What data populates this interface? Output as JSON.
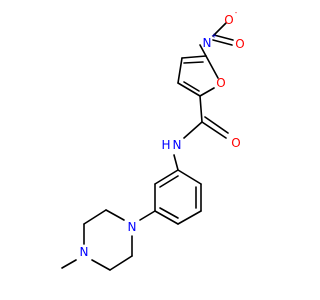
{
  "colors": {
    "bond": "#000000",
    "oxygen": "#ff0000",
    "nitrogen": "#0000ff",
    "carbon": "#000000",
    "background": "#ffffff"
  },
  "atoms": {
    "nitro_o_minus": {
      "symbol": "O",
      "charge": "-",
      "element": "oxygen"
    },
    "nitro_n_plus": {
      "symbol": "N",
      "charge": "+",
      "element": "nitrogen"
    },
    "nitro_o_double": {
      "symbol": "O",
      "element": "oxygen"
    },
    "furan_o": {
      "symbol": "O",
      "element": "oxygen"
    },
    "carbonyl_o": {
      "symbol": "O",
      "element": "oxygen"
    },
    "amide_n": {
      "symbol": "N",
      "hydrogen": "H",
      "element": "nitrogen"
    },
    "piperazine_n_aryl": {
      "symbol": "N",
      "element": "nitrogen"
    },
    "piperazine_n_methyl": {
      "symbol": "N",
      "element": "nitrogen"
    }
  }
}
